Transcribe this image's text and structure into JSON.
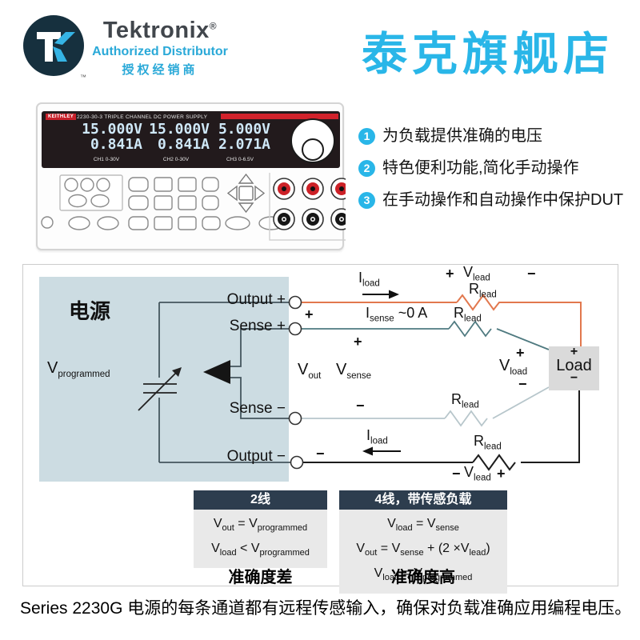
{
  "header": {
    "logo": {
      "monogram_t": "T",
      "monogram_k": "K",
      "tm": "™",
      "brand": "Tektronix",
      "reg": "®",
      "tagline": "Authorized Distributor",
      "tagline_cn": "授权经销商"
    },
    "store_title": "泰克旗舰店"
  },
  "device": {
    "brand_badge": "KEITHLEY",
    "model_title": "2230-30-3 TRIPLE CHANNEL DC POWER SUPPLY",
    "display": {
      "voltages": [
        "15.000V",
        "15.000V",
        "5.000V"
      ],
      "currents": [
        "0.841A",
        "0.841A",
        "2.071A"
      ],
      "channels": [
        "CH1 0-30V",
        "CH2 0-30V",
        "CH3 0-6.5V"
      ]
    }
  },
  "features": [
    {
      "num": "1",
      "text": "为负载提供准确的电压"
    },
    {
      "num": "2",
      "text": "特色便利功能,简化手动操作"
    },
    {
      "num": "3",
      "text": "在手动操作和自动操作中保护DUT"
    }
  ],
  "diagram": {
    "supply": "电源",
    "load": "Load",
    "plus": "+",
    "minus": "−",
    "terminals": {
      "output_pos": "Output +",
      "sense_pos": "Sense +",
      "sense_neg": "Sense −",
      "output_neg": "Output −"
    },
    "v_programmed": {
      "m": "V",
      "s": "programmed"
    },
    "i_load": {
      "m": "I",
      "s": "load"
    },
    "i_sense": {
      "m": "I",
      "s": "sense",
      "suffix": " ~0 A"
    },
    "v_lead": {
      "m": "V",
      "s": "lead"
    },
    "r_lead": {
      "m": "R",
      "s": "lead"
    },
    "v_out": {
      "m": "V",
      "s": "out"
    },
    "v_sense": {
      "m": "V",
      "s": "sense"
    },
    "v_load": {
      "m": "V",
      "s": "load"
    }
  },
  "tables": {
    "two_wire": {
      "header": "2线",
      "rows": [
        {
          "m1": "V",
          "s1": "out",
          "op": " = ",
          "m2": "V",
          "s2": "programmed"
        },
        {
          "m1": "V",
          "s1": "load",
          "op": " < ",
          "m2": "V",
          "s2": "programmed"
        }
      ],
      "footer": "准确度差"
    },
    "four_wire": {
      "header": "4线，带传感负载",
      "rows": [
        {
          "m1": "V",
          "s1": "load",
          "op": " = ",
          "m2": "V",
          "s2": "sense"
        },
        {
          "m1": "V",
          "s1": "out",
          "op": " = ",
          "m2": "V",
          "s2": "sense",
          "op2": " + (2 ×",
          "m3": "V",
          "s3": "lead",
          "tail": ")"
        },
        {
          "m1": "V",
          "s1": "load",
          "op": " = ",
          "m2": "V",
          "s2": "programmed"
        }
      ],
      "footer": "准确度高"
    }
  },
  "caption": "Series 2230G 电源的每条通道都有远程传感输入，确保对负载准确应用编程电压。",
  "colors": {
    "brand_cyan": "#29b6e8",
    "keithley_red": "#c8202a",
    "table_header_navy": "#2d3d4e",
    "panel_blue": "#ccdce2",
    "wire_orange": "#e2784e",
    "wire_teal": "#4f7a80",
    "wire_light_gray": "#b7c6cb",
    "wire_black": "#1c1c1c"
  }
}
